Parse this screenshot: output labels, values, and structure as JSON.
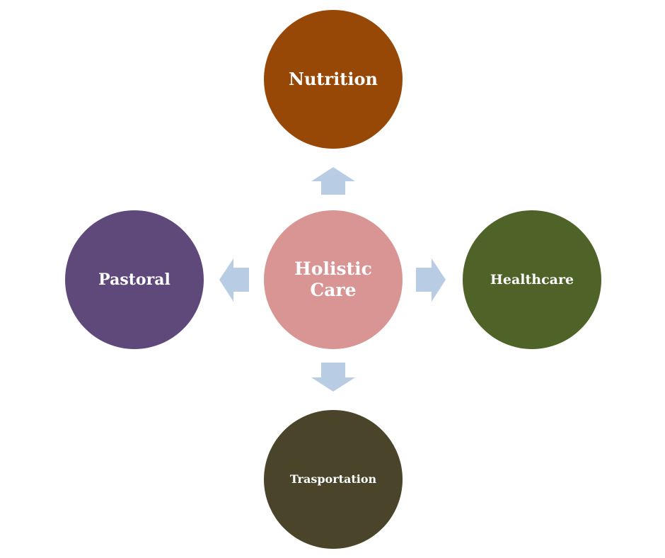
{
  "diagram": {
    "center": {
      "label_line1": "Holistic",
      "label_line2": "Care",
      "color": "#d99594"
    },
    "nodes": [
      {
        "id": "top",
        "label": "Nutrition",
        "color": "#974806"
      },
      {
        "id": "left",
        "label": "Pastoral",
        "color": "#5f497a"
      },
      {
        "id": "right",
        "label": "Healthcare",
        "color": "#4f6228"
      },
      {
        "id": "bottom",
        "label": "Trasportation",
        "color": "#4a452a"
      }
    ],
    "arrow_color": "#b8cce4"
  }
}
